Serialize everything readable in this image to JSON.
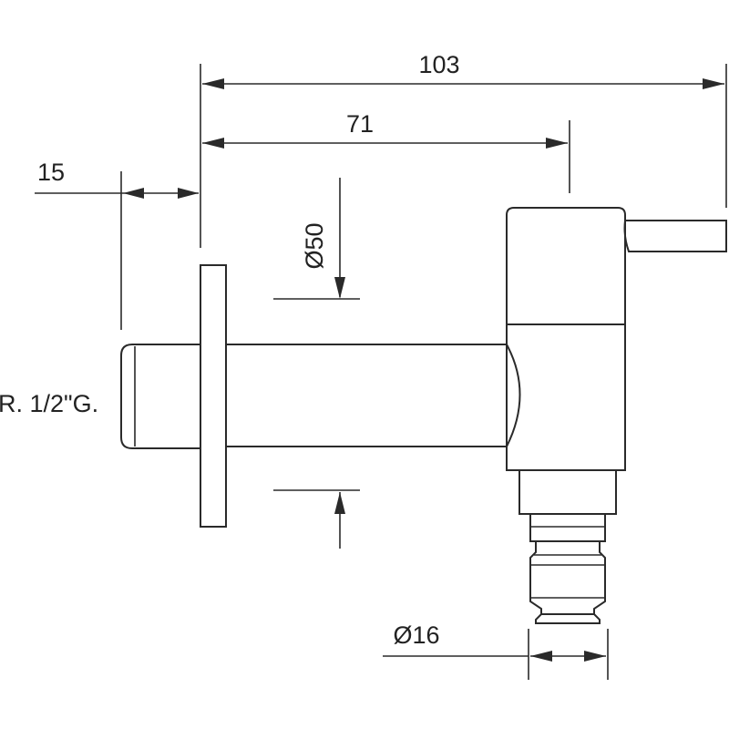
{
  "dimensions": {
    "overall_length": "103",
    "spout_length": "71",
    "thread_length": "15",
    "body_diameter": "Ø50",
    "outlet_diameter": "Ø16"
  },
  "thread_spec": "R. 1/2\"G.",
  "colors": {
    "line": "#2a2a2a",
    "background": "#ffffff"
  }
}
